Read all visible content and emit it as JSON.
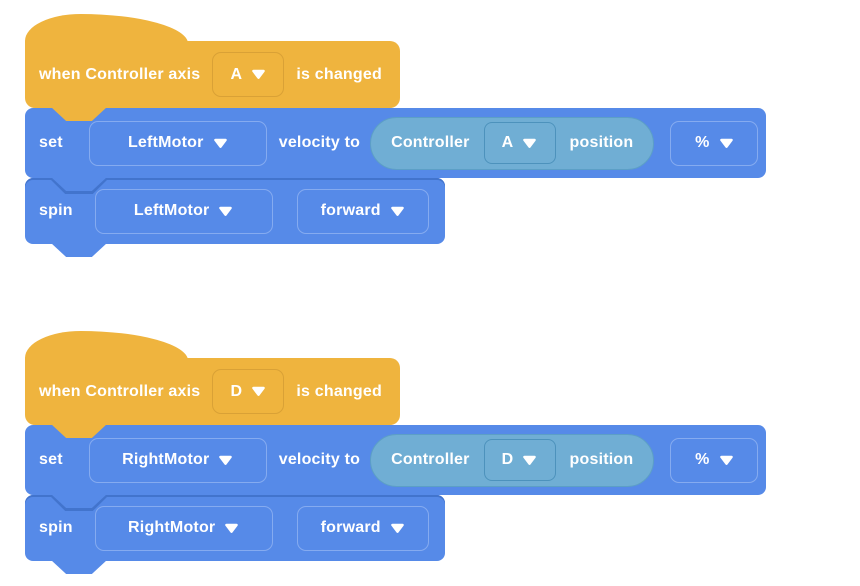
{
  "colors": {
    "yellow": "#EFB43E",
    "yellow_dark": "#D9A136",
    "blue": "#568AE8",
    "blue_dark": "#4274CD",
    "blue_light": "#85ABF0",
    "teal": "#70AED4",
    "teal_border": "#5C9FC6",
    "teal_dark": "#4D92BC",
    "text": "#FFFFFF"
  },
  "stacks": [
    {
      "hat": {
        "text_before": "when Controller axis",
        "axis": "A",
        "text_after": "is changed"
      },
      "set_block": {
        "verb": "set",
        "motor": "LeftMotor",
        "label": "velocity to",
        "reporter": {
          "device": "Controller",
          "axis": "A",
          "property": "position"
        },
        "unit": "%"
      },
      "spin_block": {
        "verb": "spin",
        "motor": "LeftMotor",
        "direction": "forward"
      }
    },
    {
      "hat": {
        "text_before": "when Controller axis",
        "axis": "D",
        "text_after": "is changed"
      },
      "set_block": {
        "verb": "set",
        "motor": "RightMotor",
        "label": "velocity to",
        "reporter": {
          "device": "Controller",
          "axis": "D",
          "property": "position"
        },
        "unit": "%"
      },
      "spin_block": {
        "verb": "spin",
        "motor": "RightMotor",
        "direction": "forward"
      }
    }
  ]
}
